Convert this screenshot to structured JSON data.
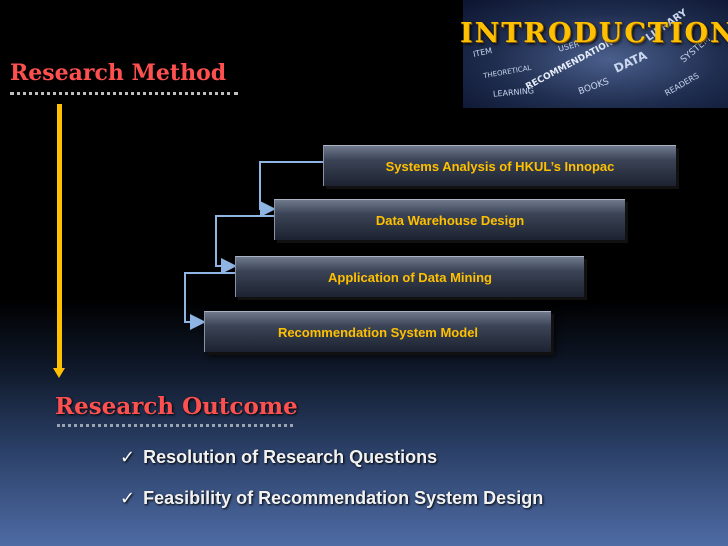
{
  "header": {
    "title": "INTRODUCTION"
  },
  "wordcloud": {
    "words": [
      "RECOMMENDATION",
      "THEORETICAL",
      "LIBRARY",
      "BOOKS",
      "READERS",
      "LEARNING",
      "DATA",
      "USER",
      "SYSTEM",
      "ITEM"
    ]
  },
  "research_method": {
    "title": "Research Method"
  },
  "steps": [
    {
      "label": "Systems Analysis  of HKUL’s Innopac"
    },
    {
      "label": "Data Warehouse  Design"
    },
    {
      "label": "Application of Data Mining"
    },
    {
      "label": "Recommendation System Model"
    }
  ],
  "research_outcome": {
    "title": "Research Outcome",
    "items": [
      {
        "label": "Resolution of Research Questions"
      },
      {
        "label": "Feasibility of Recommendation System Design"
      }
    ]
  },
  "colors": {
    "accent_gold": "#ffc000",
    "heading_red": "#ff5050",
    "connector_blue": "#8fb5e4"
  },
  "icons": {
    "bullet": "check-icon",
    "flow": "arrow-down-icon"
  }
}
